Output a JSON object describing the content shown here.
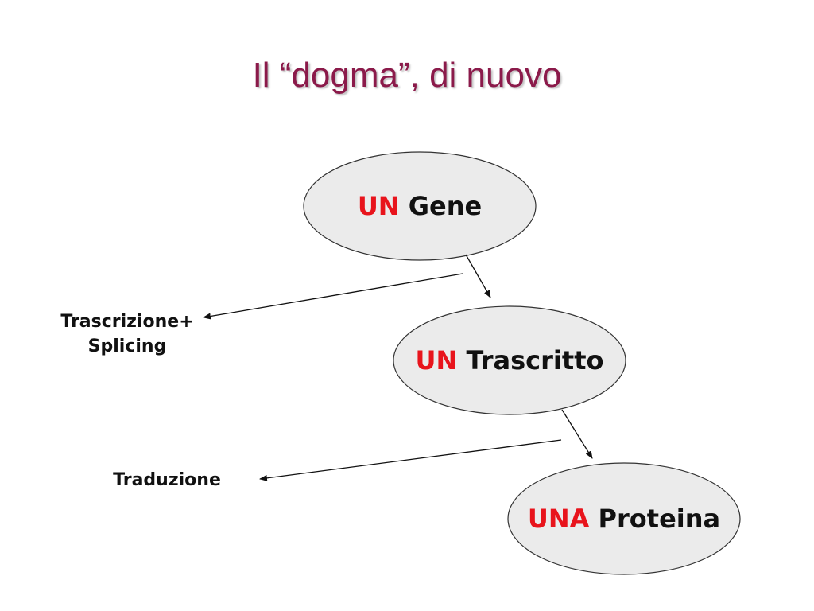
{
  "slide": {
    "title": "Il “dogma”, di nuovo"
  },
  "nodes": [
    {
      "accent": "UN",
      "text": "Gene"
    },
    {
      "accent": "UN",
      "text": "Trascritto"
    },
    {
      "accent": "UNA",
      "text": "Proteina"
    }
  ],
  "steps": [
    {
      "line1": "Trascrizione+",
      "line2": "Splicing"
    },
    {
      "line1": "Traduzione"
    }
  ],
  "colors": {
    "title": "#8b1a4a",
    "accent": "#e8141c",
    "node_fill": "#ebebeb",
    "node_stroke": "#333333"
  }
}
